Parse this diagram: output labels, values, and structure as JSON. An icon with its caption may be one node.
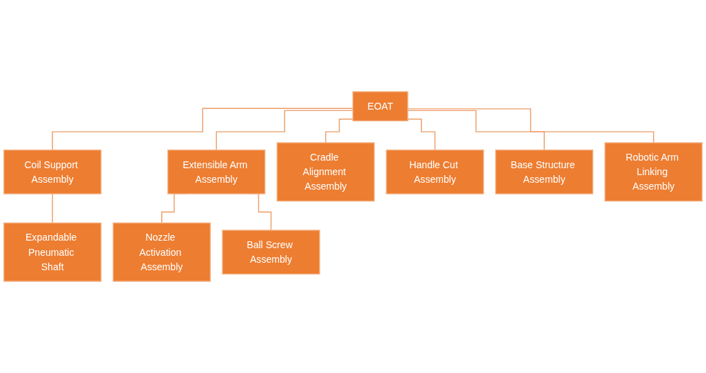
{
  "diagram": {
    "nodes": [
      {
        "text": [
          "EOAT"
        ]
      },
      {
        "text": [
          "Coil Support Assembly"
        ]
      },
      {
        "text": [
          "Extensible Arm Assembly"
        ]
      },
      {
        "text": [
          "Cradle Alignment Assembly"
        ]
      },
      {
        "text": [
          "Handle Cut Assembly"
        ]
      },
      {
        "text": [
          "Base Structure Assembly"
        ]
      },
      {
        "text": [
          "Robotic Arm Linking Assembly"
        ]
      },
      {
        "text": [
          "Expandable Pneumatic Shaft"
        ]
      },
      {
        "text": [
          "Nozzle Activation Assembly"
        ]
      },
      {
        "text": [
          "Ball Screw Assembly"
        ]
      }
    ],
    "edges": [
      {
        "from": 0,
        "to": 1,
        "arrow": "none"
      },
      {
        "from": 0,
        "to": 2,
        "arrow": "none"
      },
      {
        "from": 0,
        "to": 3,
        "arrow": "none"
      },
      {
        "from": 0,
        "to": 4,
        "arrow": "none"
      },
      {
        "from": 0,
        "to": 5,
        "arrow": "none"
      },
      {
        "from": 0,
        "to": 6,
        "arrow": "none"
      },
      {
        "from": 1,
        "to": 7,
        "arrow": "none"
      },
      {
        "from": 2,
        "to": 8,
        "arrow": "none"
      },
      {
        "from": 2,
        "to": 9,
        "arrow": "none"
      }
    ]
  }
}
